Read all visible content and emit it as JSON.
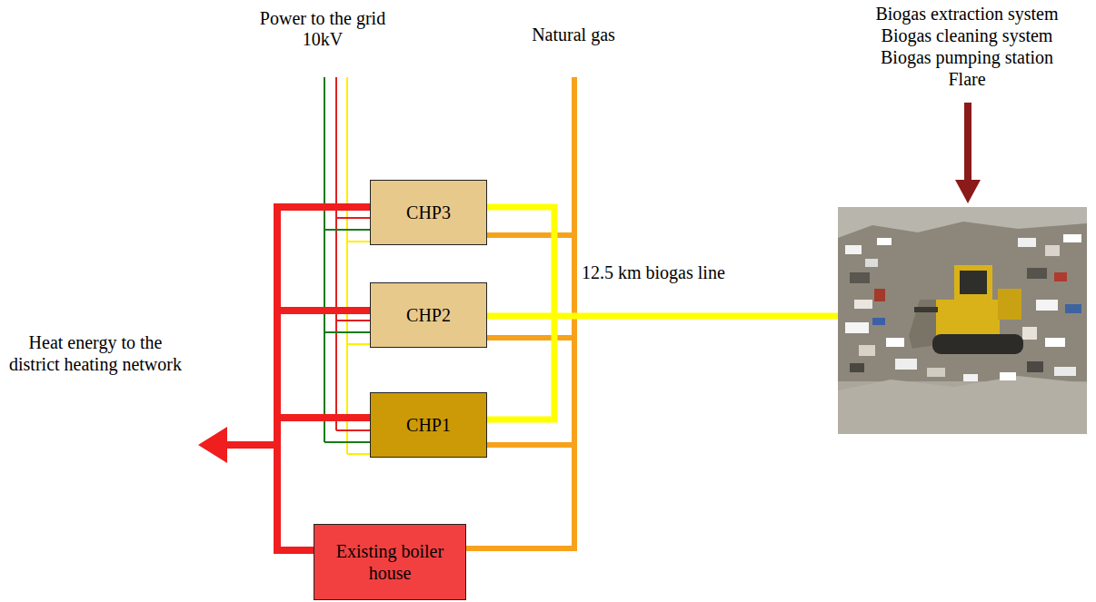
{
  "diagram": {
    "nodes": [
      {
        "text": [
          "CHP3"
        ]
      },
      {
        "text": [
          "CHP2"
        ]
      },
      {
        "text": [
          "CHP1"
        ]
      },
      {
        "text": [
          "Existing boiler house"
        ]
      }
    ],
    "labels": [
      "Power to the grid",
      "10kV",
      "Natural gas",
      "Biogas extraction system",
      "Biogas cleaning system",
      "Biogas pumping station",
      "Flare",
      "12.5 km biogas line",
      "Heat energy to the district heating network"
    ]
  }
}
